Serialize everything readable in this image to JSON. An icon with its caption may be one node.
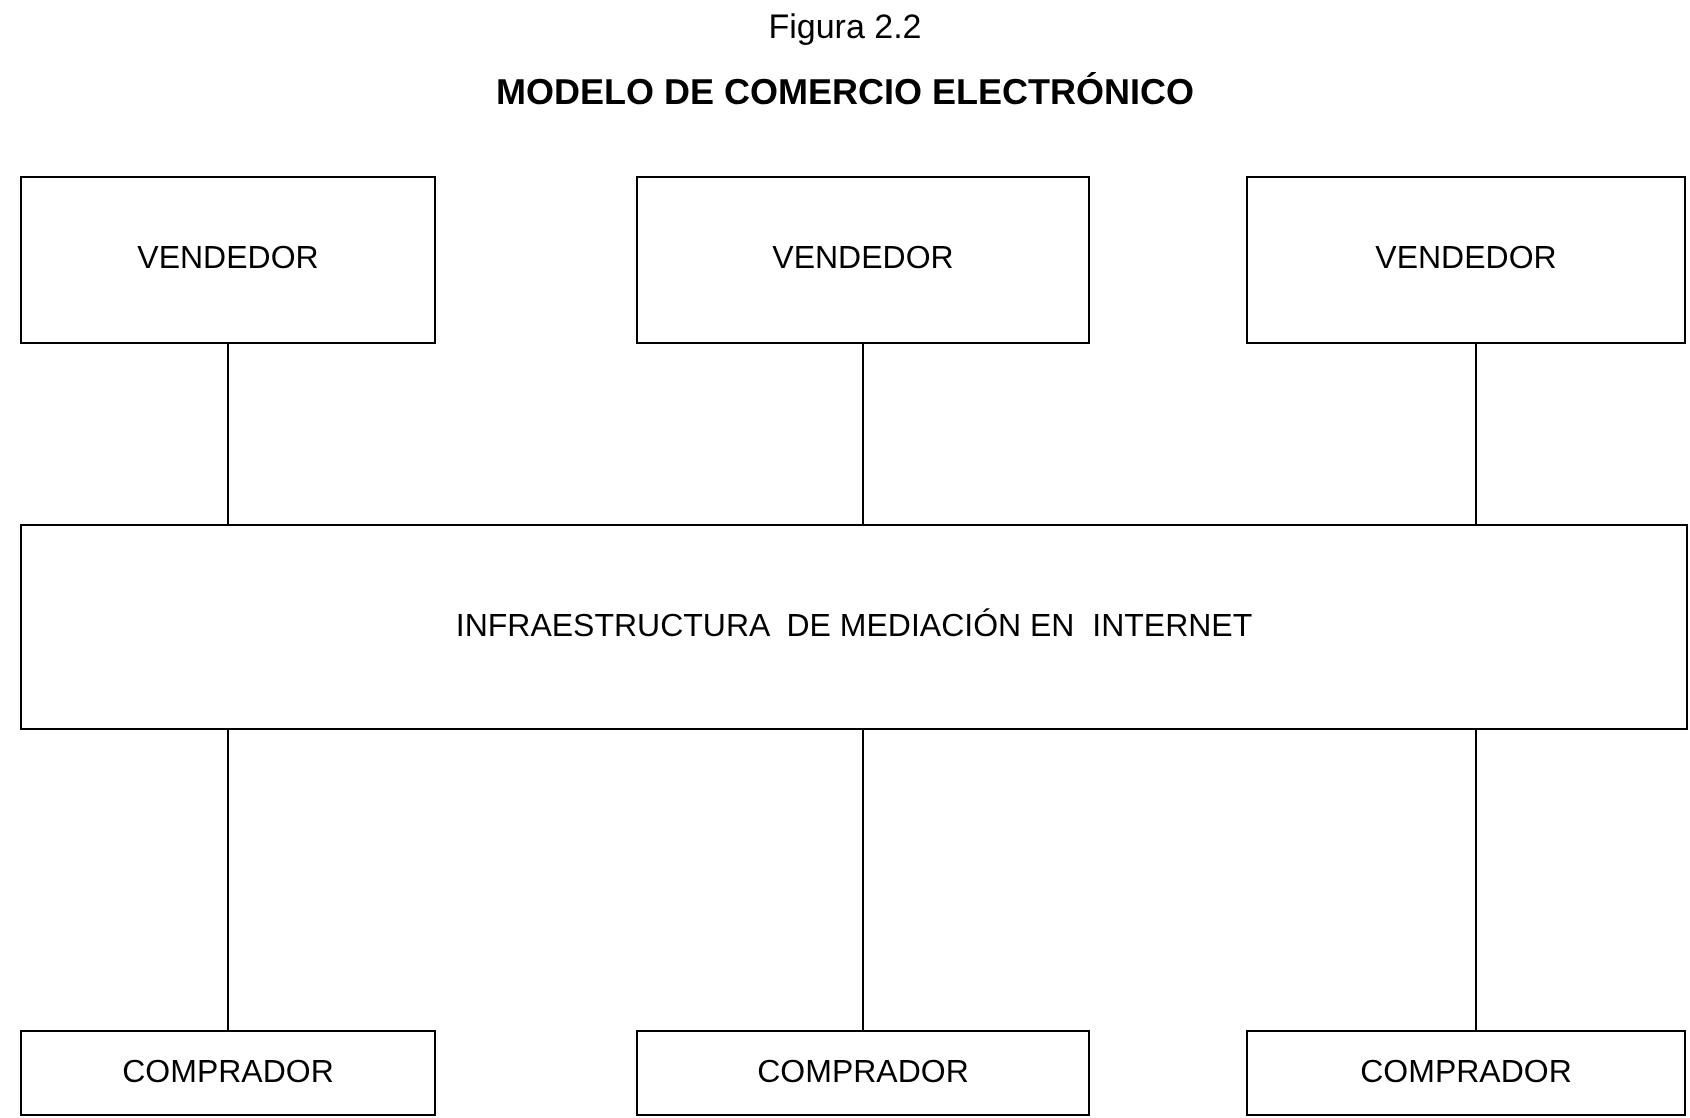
{
  "diagram": {
    "title": "MODELO DE COMERCIO ELECTRÓNICO",
    "labels": [
      "Figura 2.2"
    ],
    "nodes": [
      {
        "text": [
          "VENDEDOR"
        ]
      },
      {
        "text": [
          "VENDEDOR"
        ]
      },
      {
        "text": [
          "VENDEDOR"
        ]
      },
      {
        "text": [
          "INFRAESTRUCTURA  DE MEDIACIÓN EN  INTERNET"
        ]
      },
      {
        "text": [
          "COMPRADOR"
        ]
      },
      {
        "text": [
          "COMPRADOR"
        ]
      },
      {
        "text": [
          "COMPRADOR"
        ]
      }
    ],
    "edges": [
      {
        "from": 0,
        "to": 3,
        "arrow": "none"
      },
      {
        "from": 1,
        "to": 3,
        "arrow": "none"
      },
      {
        "from": 2,
        "to": 3,
        "arrow": "none"
      },
      {
        "from": 3,
        "to": 4,
        "arrow": "none"
      },
      {
        "from": 3,
        "to": 5,
        "arrow": "none"
      },
      {
        "from": 3,
        "to": 6,
        "arrow": "none"
      }
    ]
  }
}
